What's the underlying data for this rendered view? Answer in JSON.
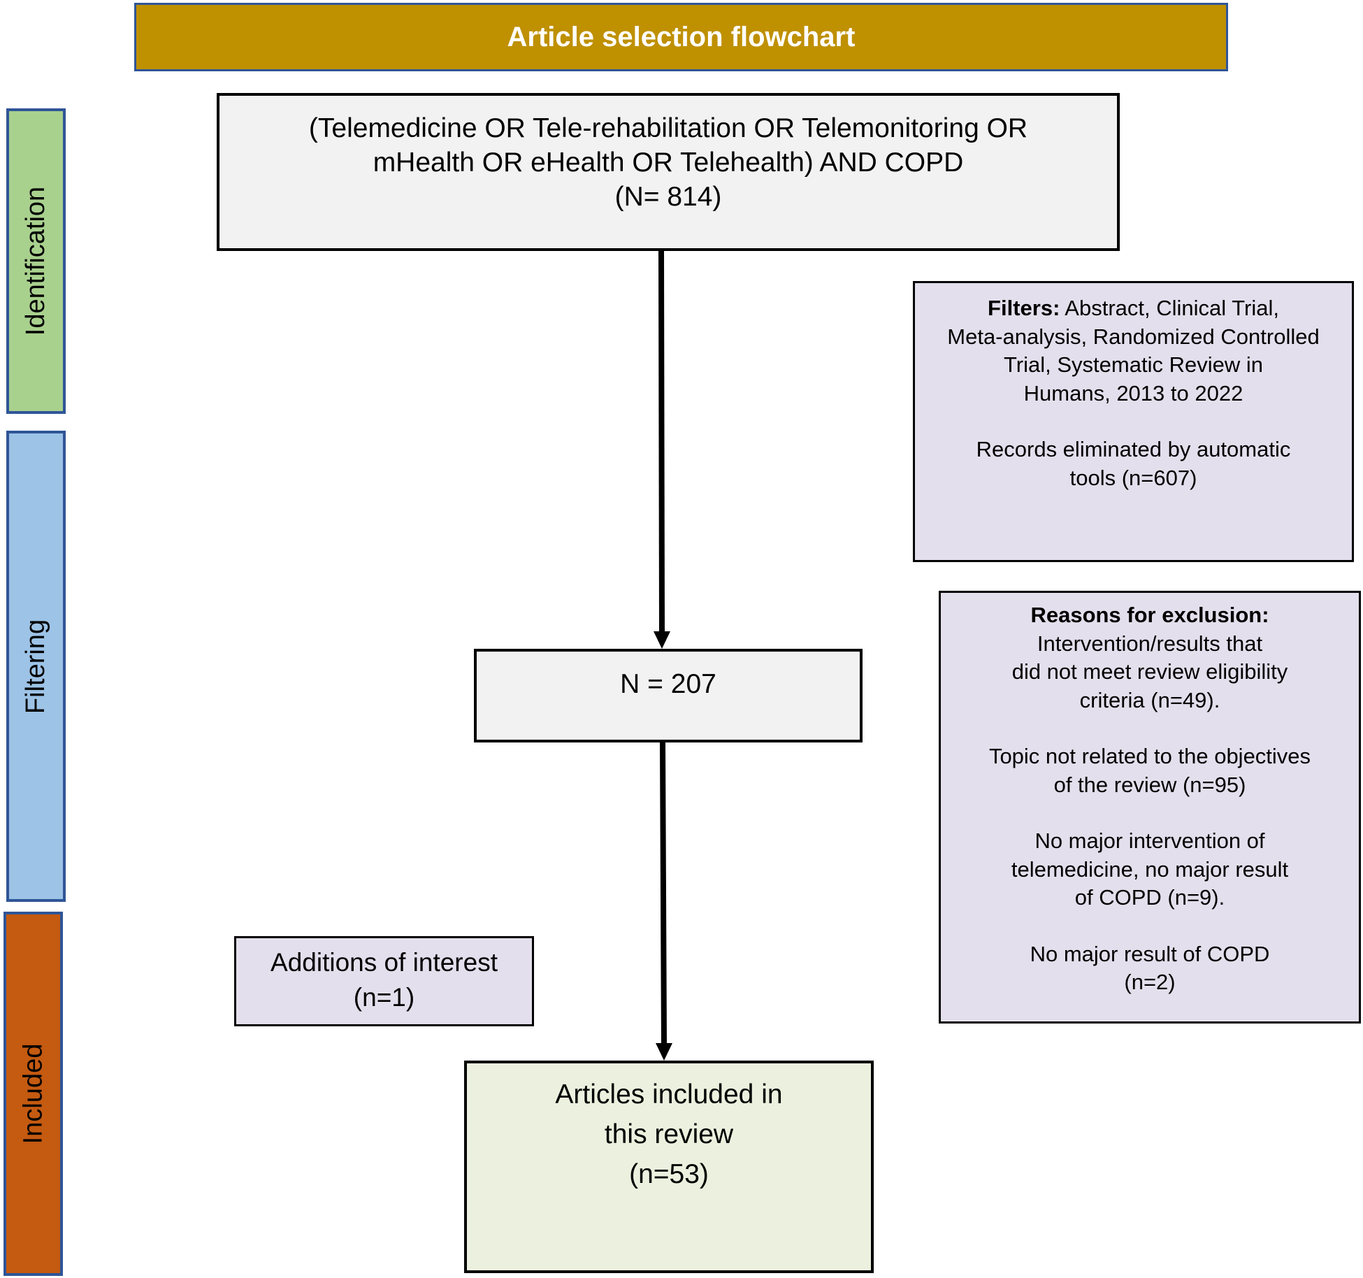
{
  "title": "Article selection flowchart",
  "phases": {
    "identification": "Identification",
    "filtering": "Filtering",
    "included": "Included"
  },
  "colors": {
    "title_bar": "#BF9000",
    "phase_border": "#2F5597",
    "identification": "#A9D18E",
    "filtering": "#9DC3E6",
    "included": "#C55A11",
    "process_box": "#F2F2F2",
    "note_box": "#E4DFEC",
    "final_box": "#EBF1DE"
  },
  "search_box": {
    "lines": [
      "(Telemedicine OR Tele-rehabilitation OR Telemonitoring OR",
      "mHealth OR eHealth OR Telehealth) AND COPD",
      "(N= 814)"
    ],
    "count": 814
  },
  "filters_box": {
    "label": "Filters:",
    "lines": [
      " Abstract, Clinical Trial,",
      "Meta-analysis, Randomized Controlled",
      "Trial, Systematic Review in",
      "Humans, 2013 to 2022"
    ],
    "eliminated_lines": [
      "Records eliminated by automatic",
      "tools (n=607)"
    ],
    "eliminated_count": 607
  },
  "screened_box": {
    "text": "N = 207",
    "count": 207
  },
  "exclusion_box": {
    "heading": "Reasons for exclusion:",
    "reasons": [
      {
        "lines": [
          "Intervention/results that",
          "did not meet review eligibility",
          "criteria (n=49)."
        ],
        "count": 49
      },
      {
        "lines": [
          "Topic not related to the objectives",
          "of the review (n=95)"
        ],
        "count": 95
      },
      {
        "lines": [
          "No major intervention of",
          "telemedicine, no major result",
          "of COPD (n=9)."
        ],
        "count": 9
      },
      {
        "lines": [
          "No major result of COPD",
          "(n=2)"
        ],
        "count": 2
      }
    ]
  },
  "additions_box": {
    "lines": [
      "Additions of interest",
      "(n=1)"
    ],
    "count": 1
  },
  "included_box": {
    "lines": [
      "Articles included in",
      "this review",
      "(n=53)"
    ],
    "count": 53
  }
}
